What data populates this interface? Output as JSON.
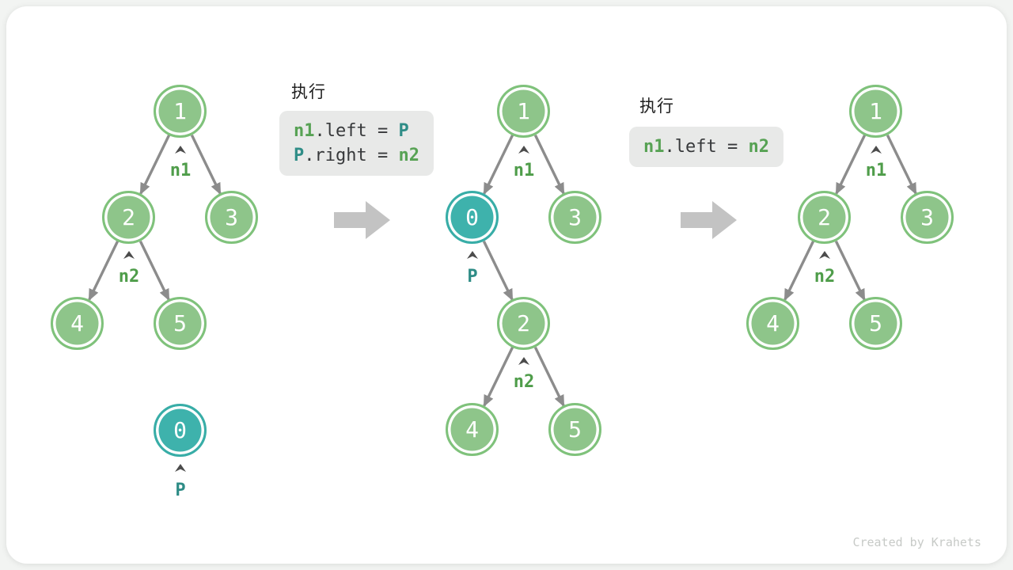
{
  "watermark": "Created by Krahets",
  "steps": [
    {
      "caption": "执行",
      "code": {
        "line1": {
          "t1": "n1",
          "t2": ".left = ",
          "t3": "P"
        },
        "line2": {
          "t1": "P",
          "t2": ".right = ",
          "t3": "n2"
        }
      }
    },
    {
      "caption": "执行",
      "code": {
        "line1": {
          "t1": "n1",
          "t2": ".left = ",
          "t3": "n2"
        }
      }
    }
  ],
  "trees": [
    {
      "name": "before-insertion",
      "nodes": [
        "1",
        "2",
        "3",
        "4",
        "5",
        "0"
      ],
      "labels": [
        "n1",
        "n2",
        "P"
      ]
    },
    {
      "name": "after-step-1",
      "nodes": [
        "1",
        "0",
        "3",
        "2",
        "4",
        "5"
      ],
      "labels": [
        "n1",
        "P",
        "n2"
      ]
    },
    {
      "name": "after-step-2",
      "nodes": [
        "1",
        "2",
        "3",
        "4",
        "5"
      ],
      "labels": [
        "n1",
        "n2"
      ]
    }
  ],
  "colors": {
    "node_green": "#8ec58a",
    "node_teal": "#3eb2ac",
    "edge_gray": "#8c8c8c",
    "big_arrow_gray": "#c3c3c3",
    "code_bg": "#e8e9e8"
  }
}
